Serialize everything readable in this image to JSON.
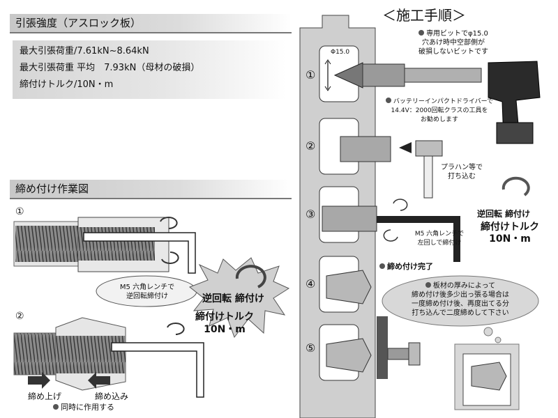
{
  "tensile": {
    "heading": "引張強度（アスロック板）",
    "specs": [
      "最大引張荷重/7.61kN~8.64kN",
      "最大引張荷重 平均　7.93kN（母材の破損）",
      "締付けトルク/10N・m"
    ]
  },
  "work_diagram": {
    "heading": "締め付け作業図",
    "step1": "①",
    "step2": "②",
    "bubble": "M5 六角レンチで\n逆回転締付け",
    "burst_label": "逆回転 締付け",
    "torque_label": "締付けトルク\n10N・m",
    "arrow_left_label": "締め上げ",
    "arrow_right_label": "締め込み",
    "simultaneous": "同時に作用する"
  },
  "procedure": {
    "title": "＜施工手順＞",
    "steps": [
      "①",
      "②",
      "③",
      "④",
      "⑤"
    ],
    "diameter_label": "Φ15.0",
    "note_bit": "専用ビットでφ15.0\n穴あけ時中空部側が\n破損しないビットです",
    "note_driver": "バッテリーインパクトドライバーで\n14.4V：2000回転クラスの工具を\nお勧めします",
    "hammer_note": "プラハン等で\n打ち込む",
    "reverse_label": "逆回転 締付け",
    "torque_label": "締付けトルク\n10N・m",
    "wrench_note": "M5 六角レンチで\n左回しで締付け",
    "complete": "締め付け完了",
    "cloud_note": "板材の厚みによって\n締め付け後多少出っ張る場合は\n一度締め付け後、再度出てる分\n打ち込んで二度締めして下さい"
  },
  "colors": {
    "accent_gray": "#555555",
    "panel_gray": "#d0d0d0"
  }
}
